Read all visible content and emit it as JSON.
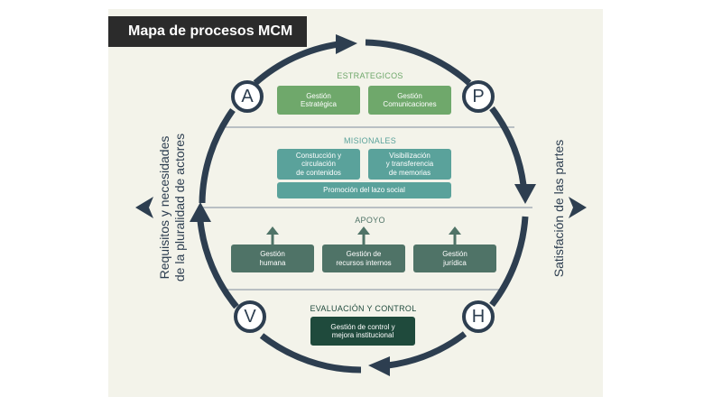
{
  "title": "Mapa de procesos MCM",
  "colors": {
    "ring": "#2d3e50",
    "estrategicos": "#6fa86b",
    "misionales": "#5aa29b",
    "apoyo": "#4f7367",
    "evaluacion": "#1f4a3c",
    "divider": "#b9bfc3"
  },
  "cycle_letters": {
    "a": "A",
    "p": "P",
    "h": "H",
    "v": "V"
  },
  "sections": {
    "estrategicos": {
      "label": "ESTRATEGICOS",
      "boxes": [
        "Gestión\nEstratégica",
        "Gestión\nComunicaciones"
      ]
    },
    "misionales": {
      "label": "MISIONALES",
      "boxes": [
        "Constucción y\ncirculación\nde contenidos",
        "Visibilización\ny transferencia\nde memorias"
      ],
      "wide_box": "Promoción del lazo social"
    },
    "apoyo": {
      "label": "APOYO",
      "boxes": [
        "Gestión\nhumana",
        "Gestión de\nrecursos internos",
        "Gestión\njurídica"
      ]
    },
    "evaluacion": {
      "label": "EVALUACIÓN Y CONTROL",
      "box": "Gestión de control y\nmejora institucional"
    }
  },
  "left_text": "Requisitos y necesidades\nde la pluralidad de actores",
  "right_text": "Satisfación de las partes",
  "icons": [
    "arrow-up-icon",
    "chevron-left-icon",
    "chevron-right-icon",
    "cycle-arrow-icon"
  ]
}
